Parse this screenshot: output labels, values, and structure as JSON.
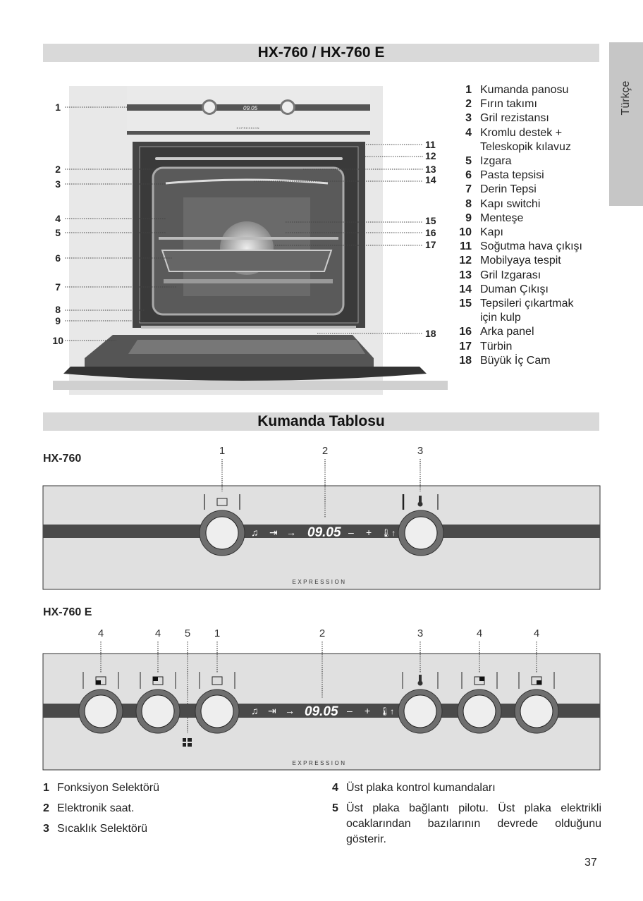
{
  "section1": {
    "title": "HX-760 / HX-760 E"
  },
  "language_tab": "Türkçe",
  "oven_diagram": {
    "panel_display": "09.05",
    "panel_brand": "EXPRESSION",
    "callouts_left": [
      "1",
      "2",
      "3",
      "4",
      "5",
      "6",
      "7",
      "8",
      "9",
      "10"
    ],
    "callouts_right": [
      "11",
      "12",
      "13",
      "14",
      "15",
      "16",
      "17",
      "18"
    ]
  },
  "parts": [
    {
      "n": "1",
      "label": "Kumanda panosu"
    },
    {
      "n": "2",
      "label": "Fırın takımı"
    },
    {
      "n": "3",
      "label": "Gril rezistansı"
    },
    {
      "n": "4",
      "label": "Kromlu destek +",
      "label2": "Teleskopik kılavuz"
    },
    {
      "n": "5",
      "label": "Izgara"
    },
    {
      "n": "6",
      "label": "Pasta tepsisi"
    },
    {
      "n": "7",
      "label": "Derin Tepsi"
    },
    {
      "n": "8",
      "label": "Kapı switchi"
    },
    {
      "n": "9",
      "label": "Menteşe"
    },
    {
      "n": "10",
      "label": "Kapı"
    },
    {
      "n": "11",
      "label": "Soğutma hava çıkışı"
    },
    {
      "n": "12",
      "label": "Mobilyaya tespit"
    },
    {
      "n": "13",
      "label": "Gril Izgarası"
    },
    {
      "n": "14",
      "label": "Duman Çıkışı"
    },
    {
      "n": "15",
      "label": "Tepsileri çıkartmak",
      "label2": "için kulp"
    },
    {
      "n": "16",
      "label": "Arka panel"
    },
    {
      "n": "17",
      "label": "Türbin"
    },
    {
      "n": "18",
      "label": "Büyük İç Cam"
    }
  ],
  "section2": {
    "title": "Kumanda Tablosu"
  },
  "panel_hx760": {
    "model": "HX-760",
    "callouts": [
      "1",
      "2",
      "3"
    ],
    "display": "09.05",
    "minus": "–",
    "plus": "+",
    "brand": "EXPRESSION"
  },
  "panel_hx760e": {
    "model": "HX-760 E",
    "callouts": [
      "4",
      "4",
      "5",
      "1",
      "2",
      "3",
      "4",
      "4"
    ],
    "display": "09.05",
    "minus": "–",
    "plus": "+",
    "brand": "EXPRESSION"
  },
  "legend_left": [
    {
      "n": "1",
      "text": "Fonksiyon Selektörü"
    },
    {
      "n": "2",
      "text": "Elektronik saat."
    },
    {
      "n": "3",
      "text": "Sıcaklık Selektörü"
    }
  ],
  "legend_right": [
    {
      "n": "4",
      "text": "Üst plaka kontrol kumandaları"
    },
    {
      "n": "5",
      "text": "Üst plaka bağlantı pilotu. Üst plaka elektrikli ocaklarından bazılarının devrede olduğunu gösterir."
    }
  ],
  "page_number": "37"
}
